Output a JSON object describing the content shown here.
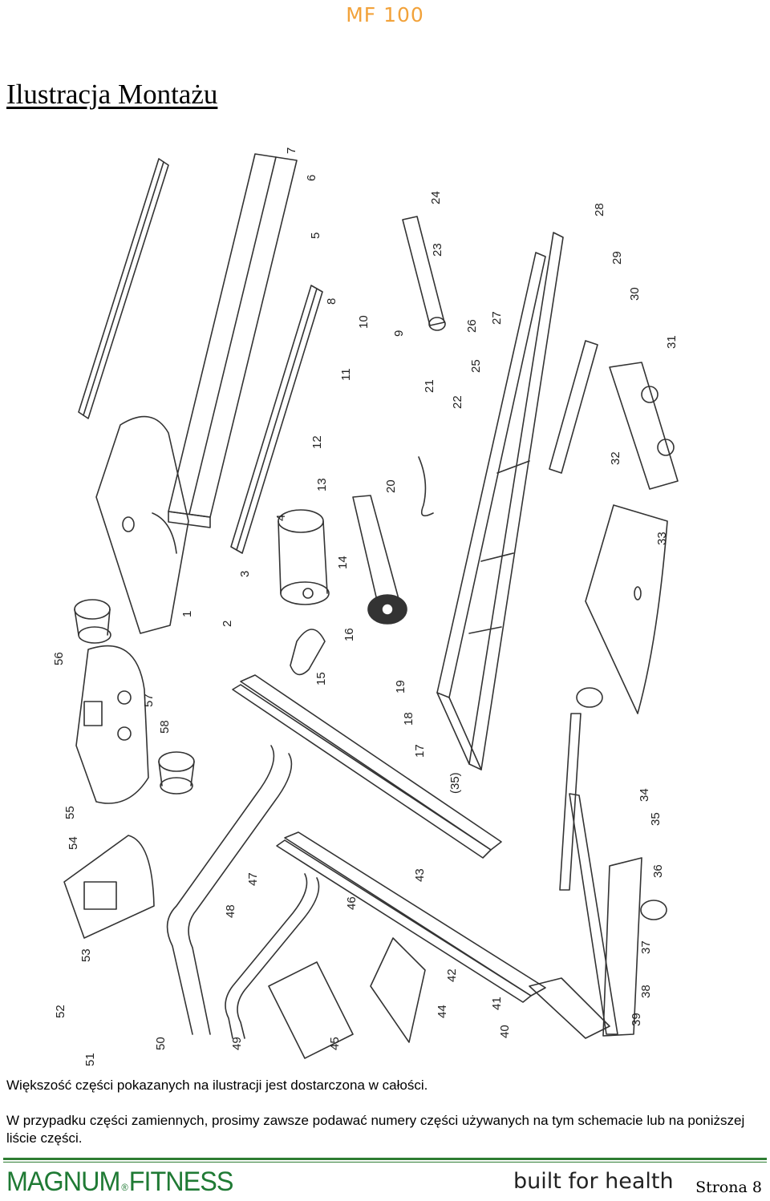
{
  "header": {
    "model": "MF 100",
    "title": "Ilustracja Montażu"
  },
  "diagram": {
    "part_numbers": [
      "1",
      "2",
      "3",
      "4",
      "5",
      "6",
      "7",
      "8",
      "9",
      "10",
      "11",
      "12",
      "13",
      "14",
      "15",
      "16",
      "17",
      "18",
      "19",
      "20",
      "21",
      "22",
      "23",
      "24",
      "25",
      "26",
      "27",
      "28",
      "29",
      "30",
      "31",
      "32",
      "33",
      "34",
      "35",
      "36",
      "37",
      "38",
      "39",
      "40",
      "41",
      "42",
      "43",
      "44",
      "45",
      "46",
      "47",
      "48",
      "49",
      "50",
      "51",
      "52",
      "53",
      "54",
      "55",
      "56",
      "57",
      "58",
      "(35)"
    ]
  },
  "body": {
    "paragraph1": "Większość części pokazanych na ilustracji jest dostarczona w całości.",
    "paragraph2": "W przypadku części zamiennych, prosimy zawsze podawać numery części używanych na tym schemacie lub na poniższej liście części."
  },
  "footer": {
    "brand_left": "MAGNUM",
    "brand_mark": "®",
    "brand_right": "FITNESS",
    "tagline": "built for health",
    "page_number": "Strona 8"
  },
  "colors": {
    "model": "#f2a23a",
    "brand": "#1f7a34",
    "rule": "#2e7d32"
  }
}
